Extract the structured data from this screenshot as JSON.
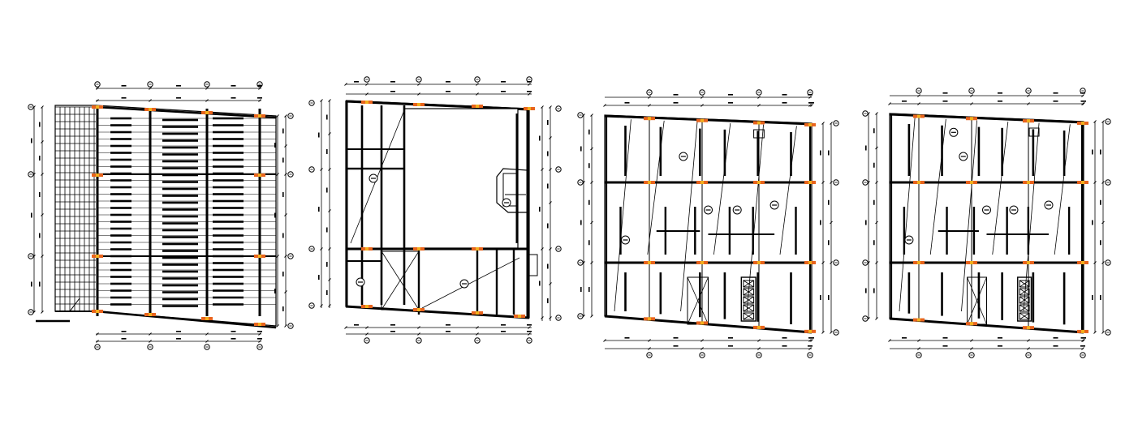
{
  "drawing": {
    "background": "#ffffff",
    "line_color": "#000000",
    "column_color": "#e8641e",
    "column_highlight": "#f2b01e",
    "plans": [
      {
        "id": "roof-framing-plan",
        "kind": "roof"
      },
      {
        "id": "ground-floor-plan",
        "kind": "ground"
      },
      {
        "id": "typical-floor-plan-a",
        "kind": "typical"
      },
      {
        "id": "typical-floor-plan-b",
        "kind": "typical"
      }
    ]
  }
}
